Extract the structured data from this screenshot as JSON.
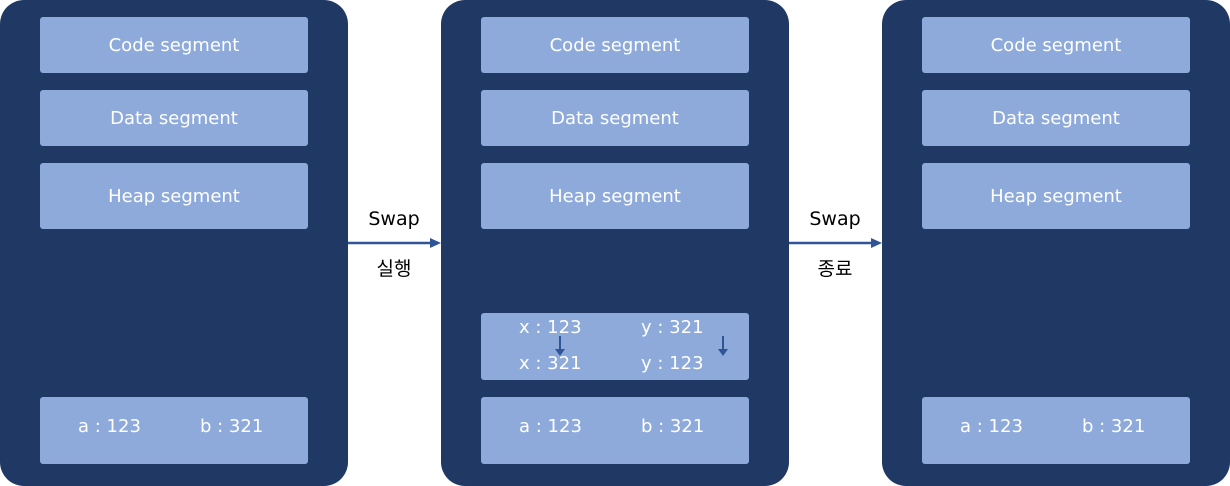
{
  "colors": {
    "panel": "#1f3864",
    "segment": "#8eaadb",
    "arrow": "#2f5597"
  },
  "panels": [
    {
      "code": "Code segment",
      "data": "Data segment",
      "heap": "Heap segment",
      "var_a": "a : 123",
      "var_b": "b : 321"
    },
    {
      "code": "Code segment",
      "data": "Data segment",
      "heap": "Heap segment",
      "swap": {
        "x_before": "x : 123",
        "y_before": "y : 321",
        "x_after": "x : 321",
        "y_after": "y : 123"
      },
      "var_a": "a : 123",
      "var_b": "b : 321"
    },
    {
      "code": "Code segment",
      "data": "Data segment",
      "heap": "Heap segment",
      "var_a": "a : 123",
      "var_b": "b : 321"
    }
  ],
  "transitions": [
    {
      "top": "Swap",
      "bottom": "실행"
    },
    {
      "top": "Swap",
      "bottom": "종료"
    }
  ]
}
